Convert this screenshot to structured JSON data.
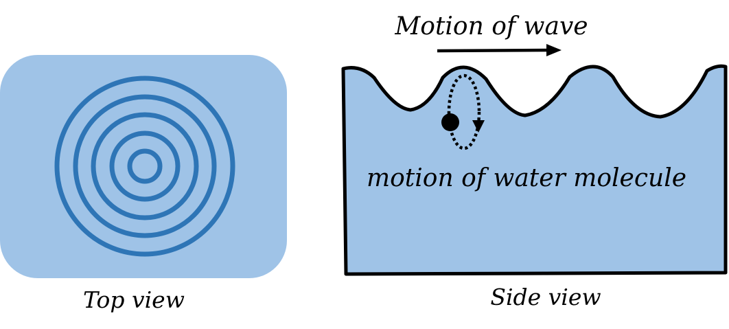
{
  "diagram": {
    "top_view": {
      "caption": "Top view",
      "ring_count": 5,
      "water_color": "#9fc3e7",
      "ring_color": "#2e75b6"
    },
    "side_view": {
      "caption": "Side view",
      "wave_motion_label": "Motion of wave",
      "particle_motion_label": "motion of water molecule",
      "water_color": "#9fc3e7",
      "outline_color": "#000000"
    }
  }
}
